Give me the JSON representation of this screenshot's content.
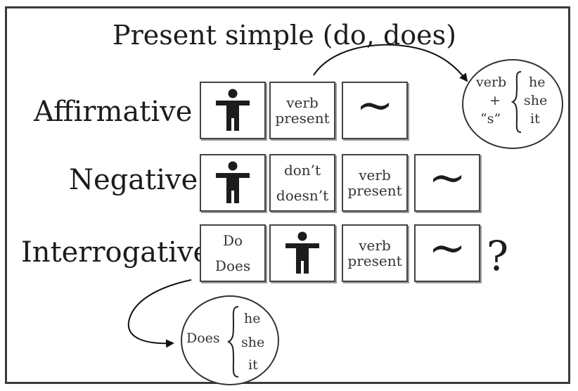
{
  "title": "Present simple (do, does)",
  "rows": {
    "affirmative": {
      "label": "Affirmative",
      "verb_line1": "verb",
      "verb_line2": "present",
      "tilde": "~"
    },
    "negative": {
      "label": "Negative",
      "aux_line1": "don’t",
      "aux_line2": "doesn’t",
      "verb_line1": "verb",
      "verb_line2": "present",
      "tilde": "~"
    },
    "interrogative": {
      "label": "Interrogative",
      "aux_line1": "Do",
      "aux_line2": "Does",
      "verb_line1": "verb",
      "verb_line2": "present",
      "tilde": "~",
      "question_mark": "?"
    }
  },
  "top_bubble": {
    "left_line1": "verb",
    "left_line2": "+",
    "left_line3": "“s”",
    "pronouns": [
      "he",
      "she",
      "it"
    ]
  },
  "bottom_bubble": {
    "left": "Does",
    "pronouns": [
      "he",
      "she",
      "it"
    ]
  },
  "icons": {
    "person": "person-icon",
    "brace": "curly-brace-icon",
    "arrow": "curved-arrow-icon"
  }
}
